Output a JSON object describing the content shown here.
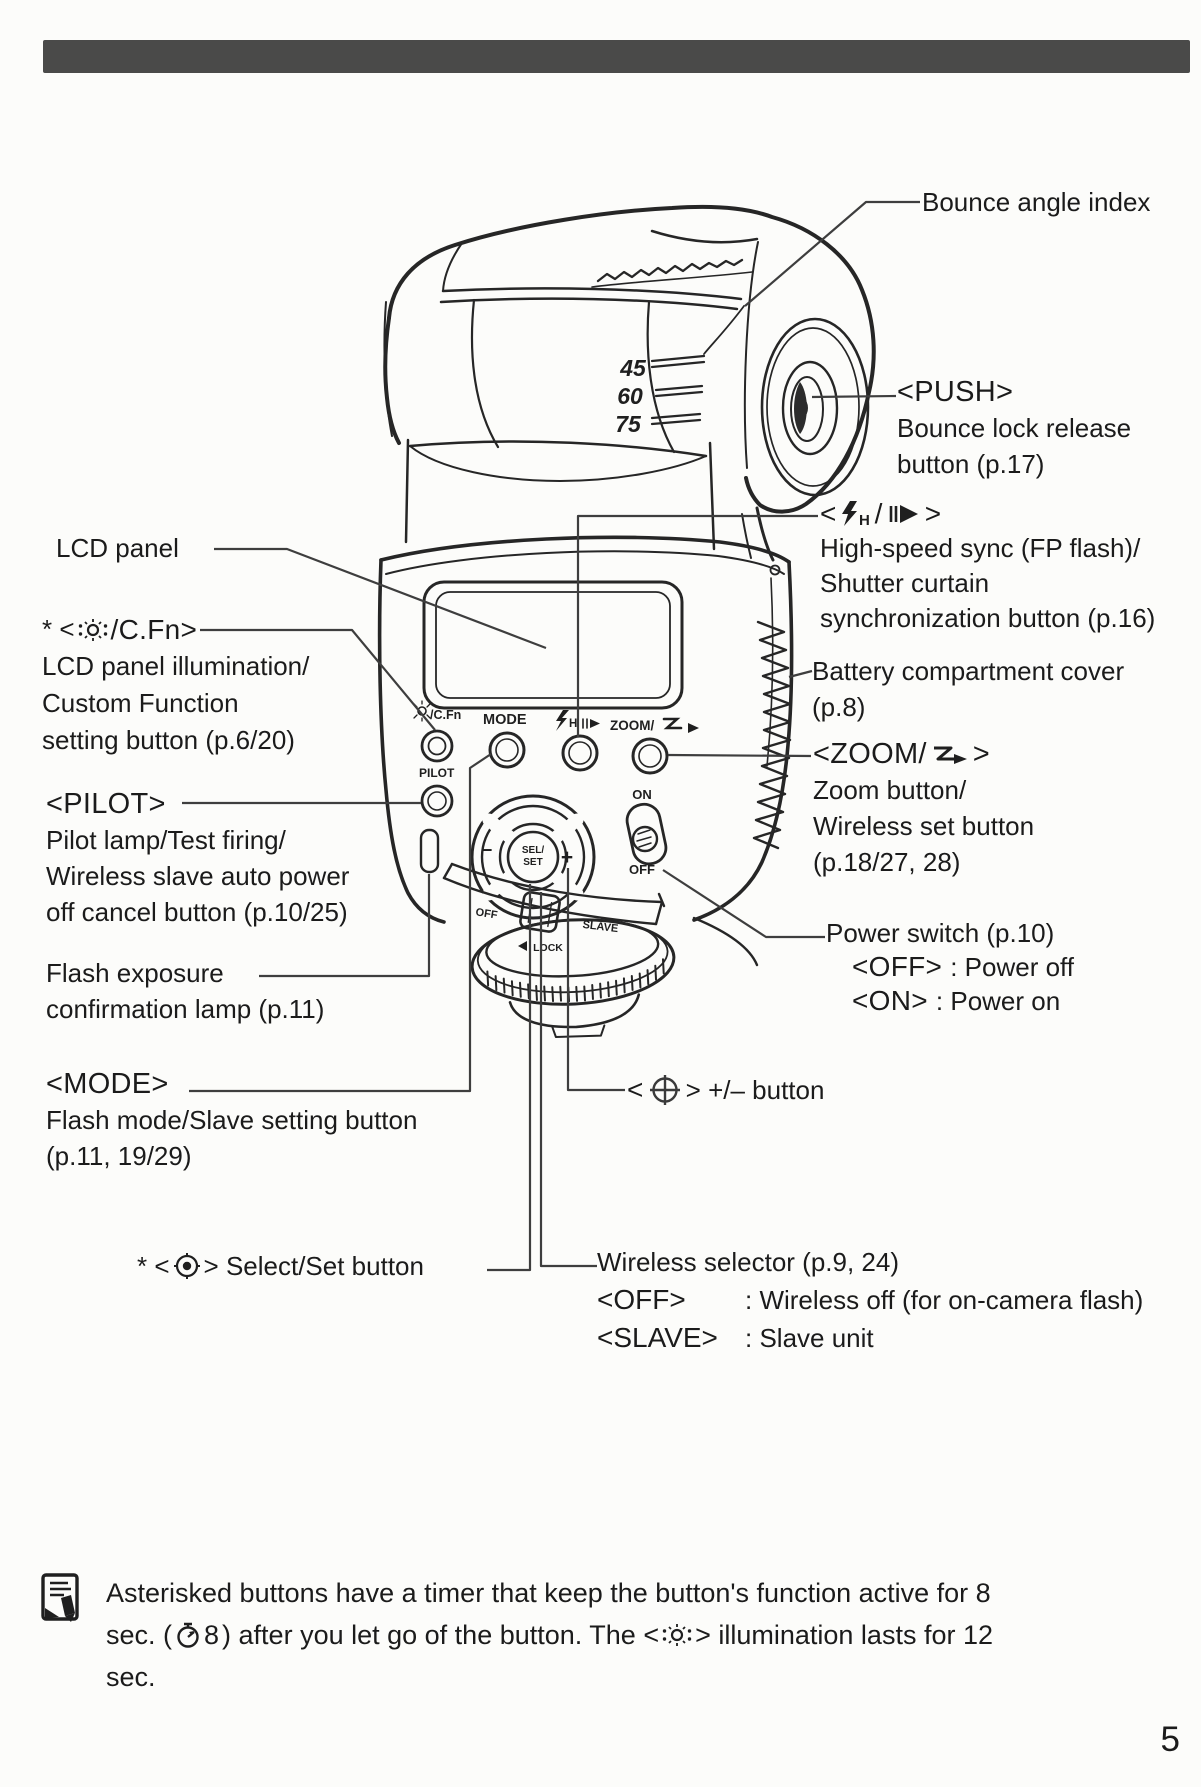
{
  "page": {
    "number": "5"
  },
  "labels": {
    "bounce_index": {
      "text": "Bounce angle index"
    },
    "push": {
      "sym": "<PUSH>",
      "line2": "Bounce lock release",
      "line3": "button (p.17)"
    },
    "hss": {
      "open": "<",
      "h": "H",
      "slash": "/",
      "close": ">",
      "line2": "High-speed sync (FP flash)/",
      "line3": "Shutter curtain",
      "line4": "synchronization button (p.16)"
    },
    "battery": {
      "line1": "Battery compartment cover",
      "line2": "(p.8)"
    },
    "zoom": {
      "prefix": "<ZOOM/",
      "close": ">",
      "line2": "Zoom button/",
      "line3": "Wireless set button",
      "line4": "(p.18/27, 28)"
    },
    "power": {
      "line1": "Power switch (p.10)",
      "off_sym": "<OFF>",
      "off_desc": ": Power off",
      "on_sym": "<ON>",
      "on_desc": ": Power on"
    },
    "plus_minus": {
      "open": "<",
      "close": "> +/– button"
    },
    "lcd": {
      "text": "LCD panel"
    },
    "cfn": {
      "star": "* <",
      "name": "/C.Fn>",
      "line2": "LCD panel illumination/",
      "line3": "Custom Function",
      "line4": "setting button (p.6/20)"
    },
    "pilot": {
      "sym": "<PILOT>",
      "line2": "Pilot lamp/Test firing/",
      "line3": "Wireless slave auto power",
      "line4": "off cancel button (p.10/25)"
    },
    "flash_lamp": {
      "line1": "Flash exposure",
      "line2": "confirmation lamp (p.11)"
    },
    "mode": {
      "sym": "<MODE>",
      "line2": "Flash mode/Slave setting button",
      "line3": "(p.11, 19/29)"
    },
    "select_set": {
      "star": "* <",
      "close": "> Select/Set button"
    },
    "wireless": {
      "line1": "Wireless selector (p.9, 24)",
      "off_sym": "<OFF>",
      "off_desc": ": Wireless off (for on-camera flash)",
      "slave_sym": "<SLAVE>",
      "slave_desc": ": Slave unit"
    }
  },
  "diagram": {
    "angle_45": "45",
    "angle_60": "60",
    "angle_75": "75",
    "cfn_label": "/C.Fn",
    "mode_label": "MODE",
    "h_label": "H",
    "zoom_label": "ZOOM/",
    "pilot_label": "PILOT",
    "on_label": "ON",
    "off_label": "OFF",
    "sel_line1": "SEL/",
    "sel_line2": "SET",
    "minus": "−",
    "plus": "+",
    "wireless_off": "OFF",
    "wireless_slave": "SLAVE",
    "lock_label": "LOCK"
  },
  "note": {
    "line1": "Asterisked buttons have a timer that keep the button's function active for 8",
    "line2_a": "sec. (",
    "timer_number": "8",
    "line2_b": ") after you let go of the button. The <",
    "line2_c": "> illumination lasts for 12",
    "line3": "sec."
  }
}
